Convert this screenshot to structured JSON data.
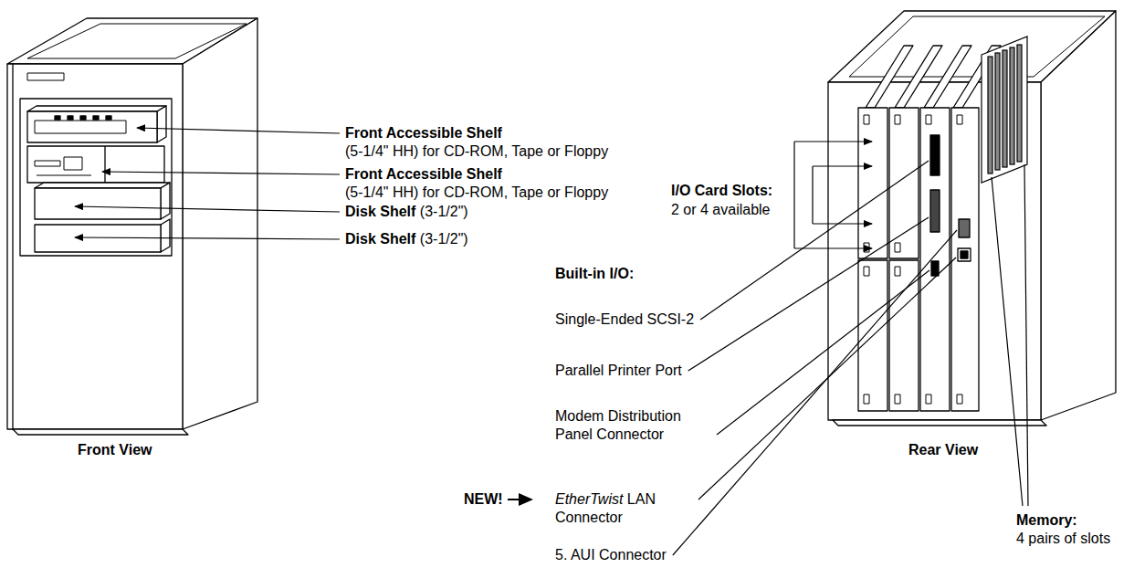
{
  "diagram": {
    "labels": [
      "Front Accessible Shelf",
      "(5-1/4\" HH) for CD-ROM, Tape or Floppy",
      "Front Accessible Shelf",
      "(5-1/4\" HH) for CD-ROM, Tape or Floppy",
      "Disk Shelf",
      "(3-1/2\")",
      "Disk Shelf",
      "(3-1/2\")",
      "I/O Card Slots:",
      "2 or 4 available",
      "Built-in I/O:",
      "Single-Ended SCSI-2",
      "Parallel Printer Port",
      "Modem Distribution Panel Connector",
      "NEW!",
      "EtherTwist",
      "LAN Connector",
      "5. AUI Connector",
      "Front View",
      "Rear View",
      "Memory:",
      "4 pairs of slots"
    ]
  }
}
